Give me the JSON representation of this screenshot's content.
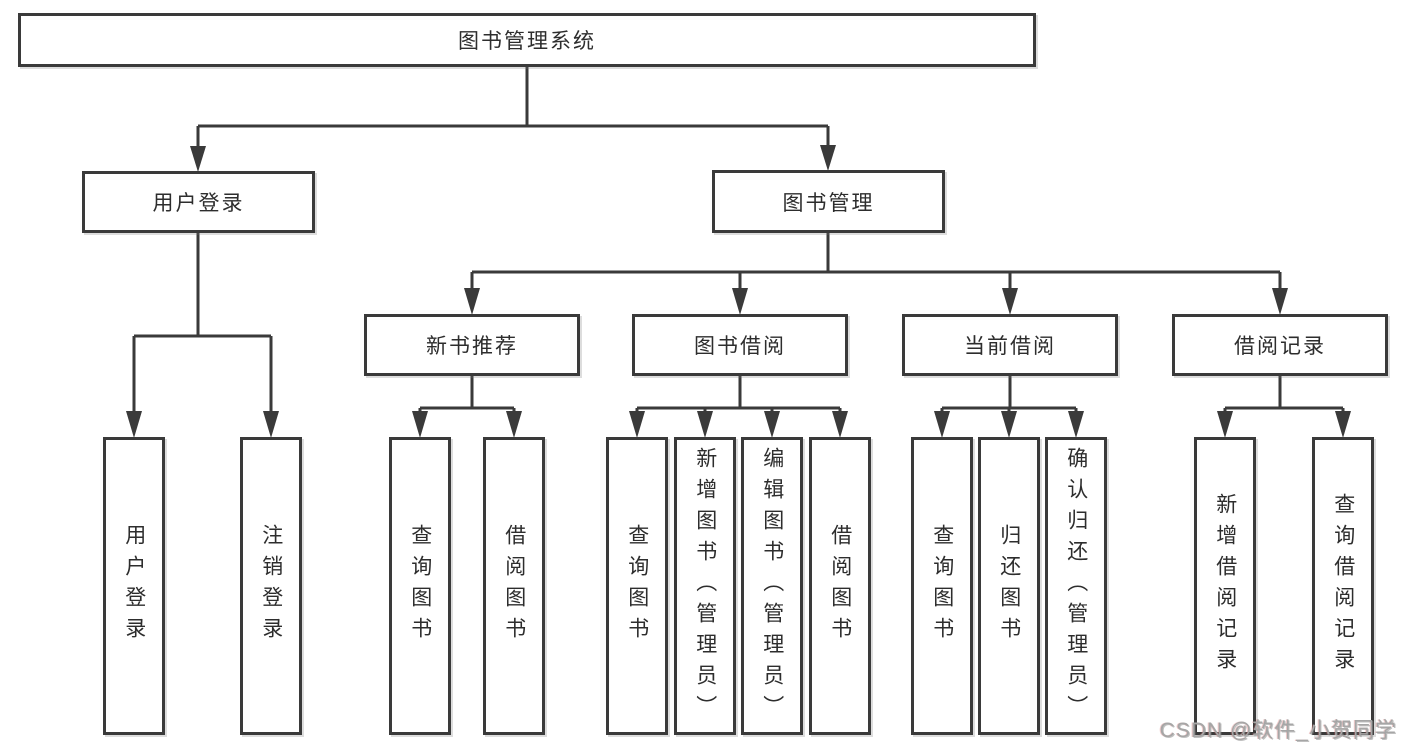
{
  "diagram": {
    "root": "图书管理系统",
    "level2": {
      "user_login": "用户登录",
      "book_mgmt": "图书管理"
    },
    "level3": {
      "new_book": "新书推荐",
      "book_borrow": "图书借阅",
      "current_borrow": "当前借阅",
      "borrow_record": "借阅记录"
    },
    "leaves": {
      "user_login": "用户登录",
      "logout": "注销登录",
      "rec_query": "查询图书",
      "rec_borrow": "借阅图书",
      "bor_query": "查询图书",
      "bor_add": "新增图书（管理员）",
      "bor_edit": "编辑图书（管理员）",
      "bor_borrow": "借阅图书",
      "cur_query": "查询图书",
      "cur_return": "归还图书",
      "cur_confirm": "确认归还（管理员）",
      "rec_add_record": "新增借阅记录",
      "rec_query_record": "查询借阅记录"
    }
  },
  "watermark": {
    "text": "CSDN @软件_小贺同学"
  },
  "colors": {
    "line": "#3a3a3a",
    "ink": "#2d2d2d",
    "watermark": "#a6a6a6",
    "background": "#ffffff"
  }
}
